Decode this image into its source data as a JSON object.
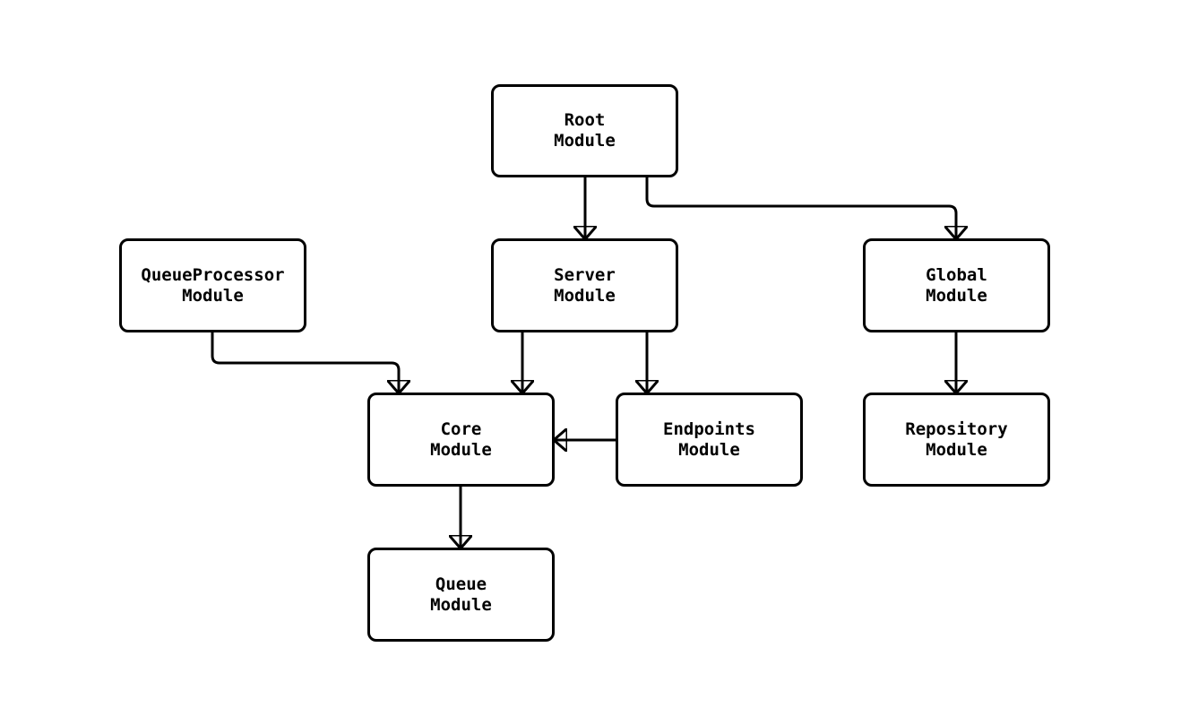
{
  "diagram": {
    "type": "flowchart",
    "description": "Module dependency diagram",
    "colors": {
      "background": "#ffffff",
      "node_fill": "#ffffff",
      "node_border": "#000000",
      "edge_stroke": "#000000",
      "text": "#000000"
    },
    "nodes": [
      {
        "id": "root",
        "line1": "Root",
        "line2": "Module"
      },
      {
        "id": "queueprocessor",
        "line1": "QueueProcessor",
        "line2": "Module"
      },
      {
        "id": "server",
        "line1": "Server",
        "line2": "Module"
      },
      {
        "id": "global",
        "line1": "Global",
        "line2": "Module"
      },
      {
        "id": "core",
        "line1": "Core",
        "line2": "Module"
      },
      {
        "id": "endpoints",
        "line1": "Endpoints",
        "line2": "Module"
      },
      {
        "id": "repository",
        "line1": "Repository",
        "line2": "Module"
      },
      {
        "id": "queue",
        "line1": "Queue",
        "line2": "Module"
      }
    ],
    "edges": [
      {
        "from": "Root Module",
        "to": "Server Module"
      },
      {
        "from": "Root Module",
        "to": "Global Module"
      },
      {
        "from": "QueueProcessor Module",
        "to": "Core Module"
      },
      {
        "from": "Server Module",
        "to": "Core Module"
      },
      {
        "from": "Server Module",
        "to": "Endpoints Module"
      },
      {
        "from": "Endpoints Module",
        "to": "Core Module"
      },
      {
        "from": "Core Module",
        "to": "Queue Module"
      },
      {
        "from": "Global Module",
        "to": "Repository Module"
      }
    ]
  }
}
